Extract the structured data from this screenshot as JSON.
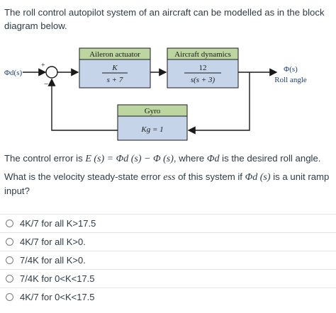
{
  "question": {
    "intro": "The roll control autopilot system of an aircraft can be modelled as in the block diagram below.",
    "error_text_prefix": "The control error is ",
    "error_equation": "E (s) = Φd (s) − Φ (s)",
    "error_text_mid": ", where ",
    "error_symbol": "Φd",
    "error_text_suffix": " is the desired roll angle.",
    "ask_prefix": "What is the velocity steady-state error ",
    "ask_symbol": "ess",
    "ask_mid": " of this system if ",
    "ask_input": "Φd (s)",
    "ask_suffix": " is a unit ramp input?"
  },
  "diagram": {
    "input_label": "Φd(s)",
    "plus_sign": "+",
    "minus_sign": "−",
    "aileron_title": "Aileron actuator",
    "aileron_num": "K",
    "aileron_den": "s + 7",
    "aircraft_title": "Aircraft dynamics",
    "aircraft_num": "12",
    "aircraft_den": "s(s + 3)",
    "output_label": "Φ(s)",
    "output_caption": "Roll angle",
    "gyro_title": "Gyro",
    "gyro_gain": "Kg = 1",
    "colors": {
      "title_fill": "#bcd5a1",
      "body_fill": "#c6d4ea",
      "line": "#1a1a1a"
    }
  },
  "options": [
    {
      "label": "4K/7 for all K>17.5"
    },
    {
      "label": "4K/7 for all K>0."
    },
    {
      "label": "7/4K for all K>0."
    },
    {
      "label": "7/4K for 0<K<17.5"
    },
    {
      "label": "4K/7 for 0<K<17.5"
    }
  ]
}
